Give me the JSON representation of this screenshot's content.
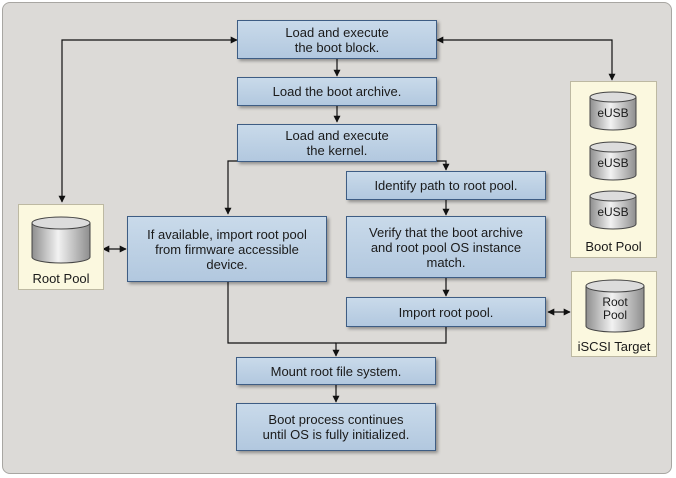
{
  "steps": {
    "load_boot_block": "Load and execute\nthe boot block.",
    "load_boot_archive": "Load the boot archive.",
    "load_kernel": "Load and execute\nthe kernel.",
    "identify_path": "Identify path to root pool.",
    "import_firmware": "If available, import root pool\nfrom firmware accessible\ndevice.",
    "verify_match": "Verify that the boot archive\nand root pool OS instance\nmatch.",
    "import_root_pool": "Import root pool.",
    "mount_root": "Mount root file system.",
    "boot_continues": "Boot process continues\nuntil OS is fully initialized."
  },
  "left_store": {
    "label": "Root Pool"
  },
  "boot_pool": {
    "label": "Boot Pool",
    "disks": [
      "eUSB",
      "eUSB",
      "eUSB"
    ]
  },
  "iscsi": {
    "label": "iSCSI Target",
    "disk": "Root\nPool"
  },
  "colors": {
    "box_fill": "#bcd0e4",
    "box_border": "#3e5d84",
    "store_fill": "#fbf8df",
    "background": "#dcdad7"
  }
}
